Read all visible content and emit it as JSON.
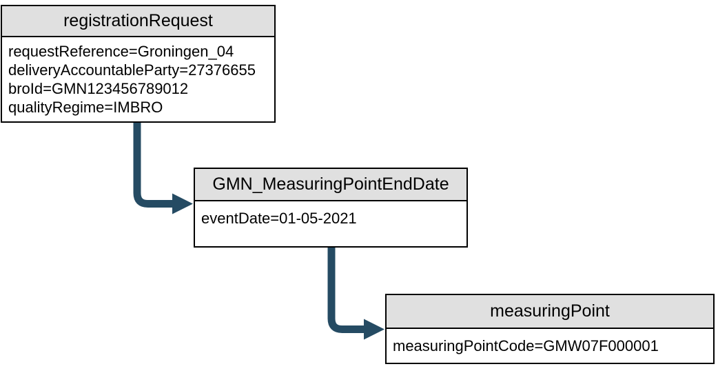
{
  "diagram": {
    "arrow_color": "#254B63",
    "header_bg": "#E0E0E0",
    "border_color": "#000000",
    "nodes": [
      {
        "title": "registrationRequest",
        "attributes": [
          "requestReference=Groningen_04",
          "deliveryAccountableParty=27376655",
          "broId=GMN123456789012",
          "qualityRegime=IMBRO"
        ]
      },
      {
        "title": "GMN_MeasuringPointEndDate",
        "attributes": [
          "eventDate=01-05-2021"
        ]
      },
      {
        "title": "measuringPoint",
        "attributes": [
          "measuringPointCode=GMW07F000001"
        ]
      }
    ]
  }
}
